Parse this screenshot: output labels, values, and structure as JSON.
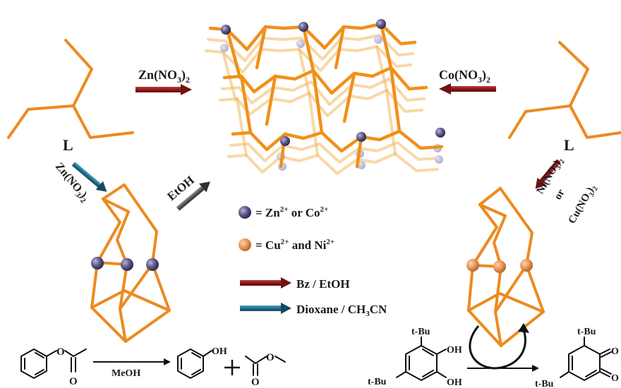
{
  "ligand": {
    "label_left": "L",
    "label_right": "L"
  },
  "reagents": {
    "zn_top": {
      "base": "Zn(NO",
      "sub": "3",
      "close": ")",
      "sub2": "2"
    },
    "co_top": {
      "base": "Co(NO",
      "sub": "3",
      "close": ")",
      "sub2": "2"
    },
    "zn_diag": {
      "base": "Zn(NO",
      "sub": "3",
      "close": ")",
      "sub2": "2"
    },
    "ni_diag": {
      "line1": "Ni(NO",
      "sub": "3",
      "close": ")",
      "sub2": "2",
      "line2": "or",
      "line3": "Cu(NO"
    },
    "etoh": "EtOH",
    "meoh": "MeOH"
  },
  "legend": {
    "zn_co": {
      "prefix": "= Zn",
      "sup": "2+",
      "mid": " or Co",
      "sup2": "2+"
    },
    "cu_ni": {
      "prefix": "= Cu",
      "sup": "2+",
      "mid": " and Ni",
      "sup2": "2+"
    },
    "bz_etoh": "Bz / EtOH",
    "dioxane": {
      "base": "Dioxane / CH",
      "sub": "3",
      "tail": "CN"
    }
  },
  "chemistry": {
    "oh": "OH",
    "o": "O",
    "tbu": "t-Bu"
  },
  "colors": {
    "framework_orange": "#f0901a",
    "zn_co_node": "#5e5a8c",
    "cu_ni_node": "#e89a5c",
    "red_arrow": "#8b1a1a",
    "teal_arrow": "#1f6f8f",
    "gray_arrow": "#555555"
  }
}
